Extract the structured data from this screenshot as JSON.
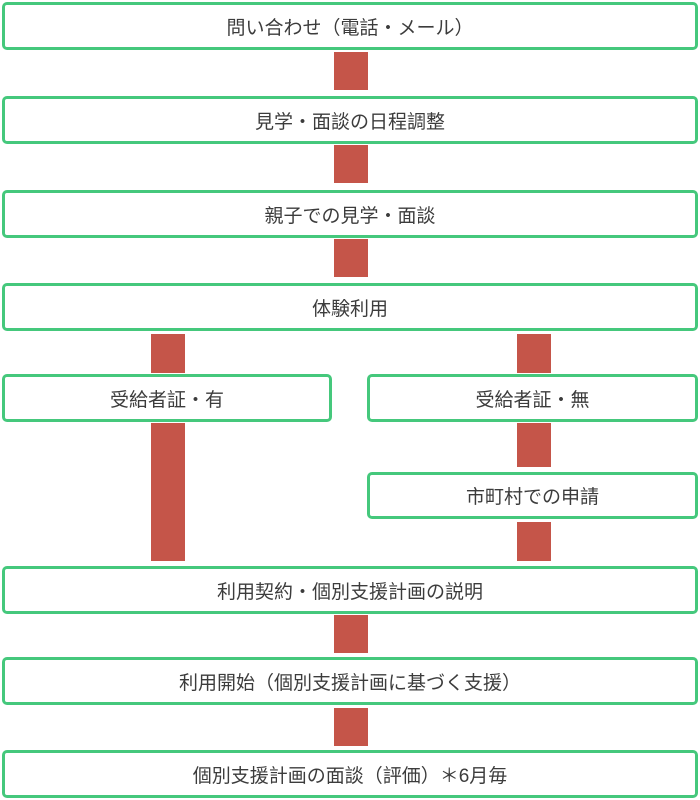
{
  "colors": {
    "box_border": "#45c87c",
    "connector": "#c55549",
    "text": "#3c3c3c",
    "background": "#ffffff"
  },
  "flowchart": {
    "steps": {
      "inquiry": "問い合わせ（電話・メール）",
      "scheduling": "見学・面談の日程調整",
      "parent_child_visit": "親子での見学・面談",
      "trial_use": "体験利用",
      "certificate_yes": "受給者証・有",
      "certificate_no": "受給者証・無",
      "municipal_application": "市町村での申請",
      "contract_plan_explanation": "利用契約・個別支援計画の説明",
      "service_start": "利用開始（個別支援計画に基づく支援）",
      "plan_evaluation_interview": "個別支援計画の面談（評価）＊6月毎"
    }
  }
}
